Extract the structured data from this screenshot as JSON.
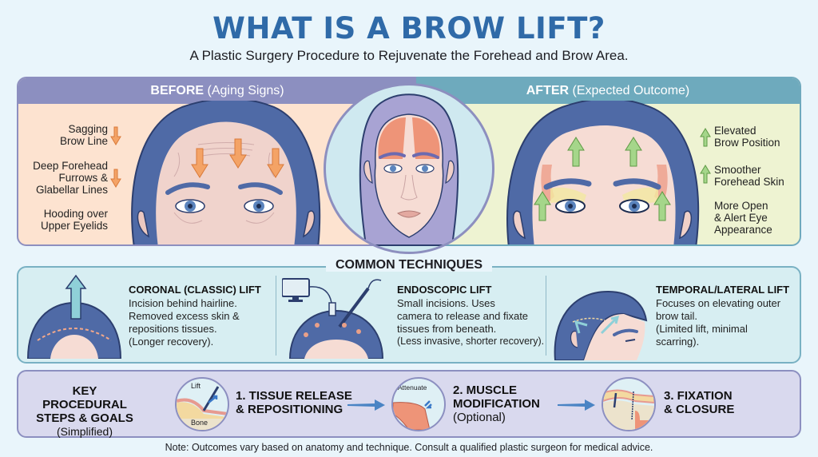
{
  "header": {
    "title": "WHAT IS A BROW LIFT?",
    "subtitle": "A Plastic Surgery Procedure to Rejuvenate the Forehead and Brow Area."
  },
  "before": {
    "title_bold": "BEFORE",
    "title_rest": " (Aging Signs)",
    "signs": [
      {
        "line1": "Sagging",
        "line2": "Brow Line",
        "icon": "down-arrow-icon"
      },
      {
        "line1": "Deep Forehead",
        "line2": "Furrows &",
        "line3": "Glabellar Lines",
        "icon": "down-arrow-icon"
      },
      {
        "line1": "Hooding over",
        "line2": "Upper Eyelids"
      }
    ],
    "color_header": "#8c8fc0",
    "color_bg": "#fde3d0",
    "arrow_color": "#f0a06a"
  },
  "after": {
    "title_bold": "AFTER",
    "title_rest": " (Expected Outcome)",
    "outcomes": [
      {
        "line1": "Elevated",
        "line2": "Brow Position",
        "icon": "up-arrow-icon"
      },
      {
        "line1": "Smoother",
        "line2": "Forehead Skin",
        "icon": "up-arrow-icon"
      },
      {
        "line1": "More Open",
        "line2": "& Alert Eye",
        "line3": "Appearance"
      }
    ],
    "color_header": "#6eaabd",
    "color_bg": "#eef3d2",
    "arrow_color": "#9ccf7a"
  },
  "techniques": {
    "title": "COMMON TECHNIQUES",
    "items": [
      {
        "name": "CORONAL (CLASSIC) LIFT",
        "desc": [
          "Incision behind hairline.",
          "Removed excess skin &",
          "repositions tissues."
        ],
        "note": "(Longer recovery).",
        "icon": "coronal-incision-icon"
      },
      {
        "name": "ENDOSCOPIC LIFT",
        "desc": [
          "Small incisions. Uses",
          "camera to release and fixate",
          "tissues from beneath."
        ],
        "note": "(Less invasive, shorter recovery).",
        "icon": "endoscope-monitor-icon"
      },
      {
        "name": "TEMPORAL/LATERAL LIFT",
        "desc": [
          "Focuses on elevating outer",
          "brow tail."
        ],
        "note": "(Limited lift, minimal scarring).",
        "note_lines": [
          "(Limited lift, minimal",
          "scarring)."
        ],
        "icon": "temporal-lift-icon"
      }
    ]
  },
  "steps": {
    "heading": [
      "KEY PROCEDURAL",
      "STEPS & GOALS"
    ],
    "heading_sub": "(Simplified)",
    "items": [
      {
        "label1": "1. TISSUE RELEASE",
        "label2": "& REPOSITIONING",
        "icon_text_top": "Lift",
        "icon_text_bottom": "Bone",
        "icon": "tissue-release-icon"
      },
      {
        "label1": "2. MUSCLE",
        "label2": "MODIFICATION",
        "sub": "(Optional)",
        "icon_text_top": "Attenuate",
        "icon": "muscle-modification-icon"
      },
      {
        "label1": "3. FIXATION",
        "label2": "& CLOSURE",
        "icon": "fixation-suture-icon"
      }
    ]
  },
  "footnote": "Note: Outcomes vary based on anatomy and technique. Consult a qualified plastic surgeon for medical advice."
}
